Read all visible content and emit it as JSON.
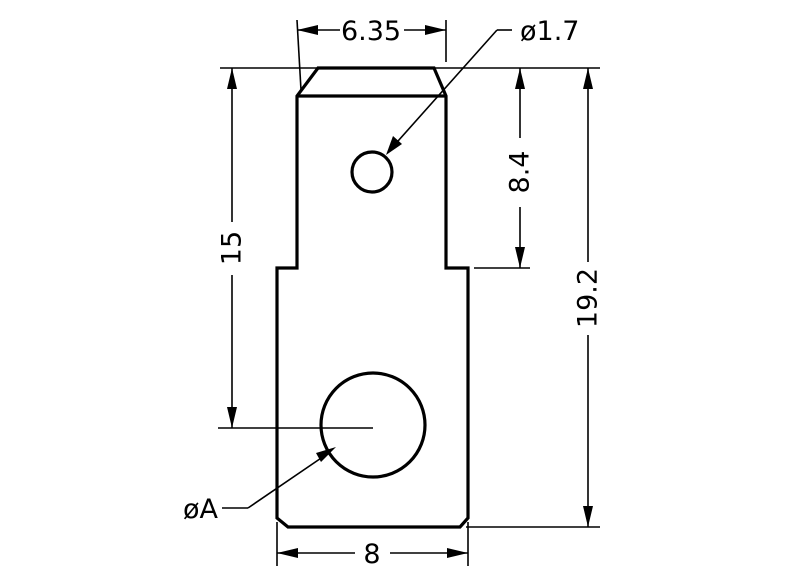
{
  "drawing": {
    "dimensions": {
      "top_width": "6.35",
      "small_hole_dia": "ø1.7",
      "height_upper": "15",
      "hole_offset": "8.4",
      "total_height": "19.2",
      "large_hole_dia": "øA",
      "bottom_width": "8"
    }
  }
}
